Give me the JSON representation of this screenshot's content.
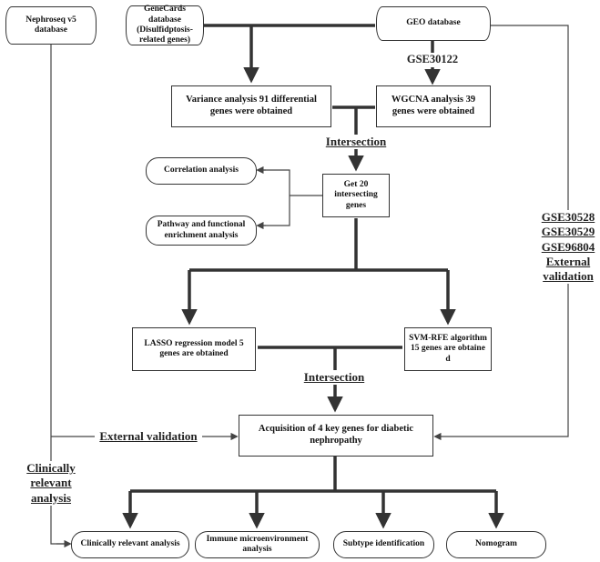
{
  "colors": {
    "line": "#333333",
    "thin_line": "#444444",
    "text": "#111111"
  },
  "nodes": {
    "nephroseq": "Nephroseq v5 database",
    "genecards": "GeneCards database (Disulfidptosis-related genes)",
    "geo": "GEO database",
    "variance": "Variance analysis 91 differential genes were obtained",
    "wgcna": "WGCNA analysis 39 genes were obtained",
    "correlation": "Correlation analysis",
    "get20": "Get 20 intersecting genes",
    "pathway": "Pathway and functional enrichment analysis",
    "lasso": "LASSO regression model 5 genes are obtained",
    "svm": "SVM-RFE algorithm 15 genes are obtaine d",
    "acquisition": "Acquisition of 4 key genes for diabetic nephropathy",
    "clinical_out": "Clinically relevant analysis",
    "immune": "Immune microenvironment analysis",
    "subtype": "Subtype identification",
    "nomogram": "Nomogram"
  },
  "labels": {
    "gse30122": "GSE30122",
    "intersection_1": "Intersection",
    "intersection_2": "Intersection",
    "external_validation_left": "External validation",
    "clinically_relevant_analysis": "Clinically relevant analysis",
    "gse_external": [
      "GSE30528",
      "GSE30529",
      "GSE96804",
      "External",
      "validation"
    ]
  }
}
